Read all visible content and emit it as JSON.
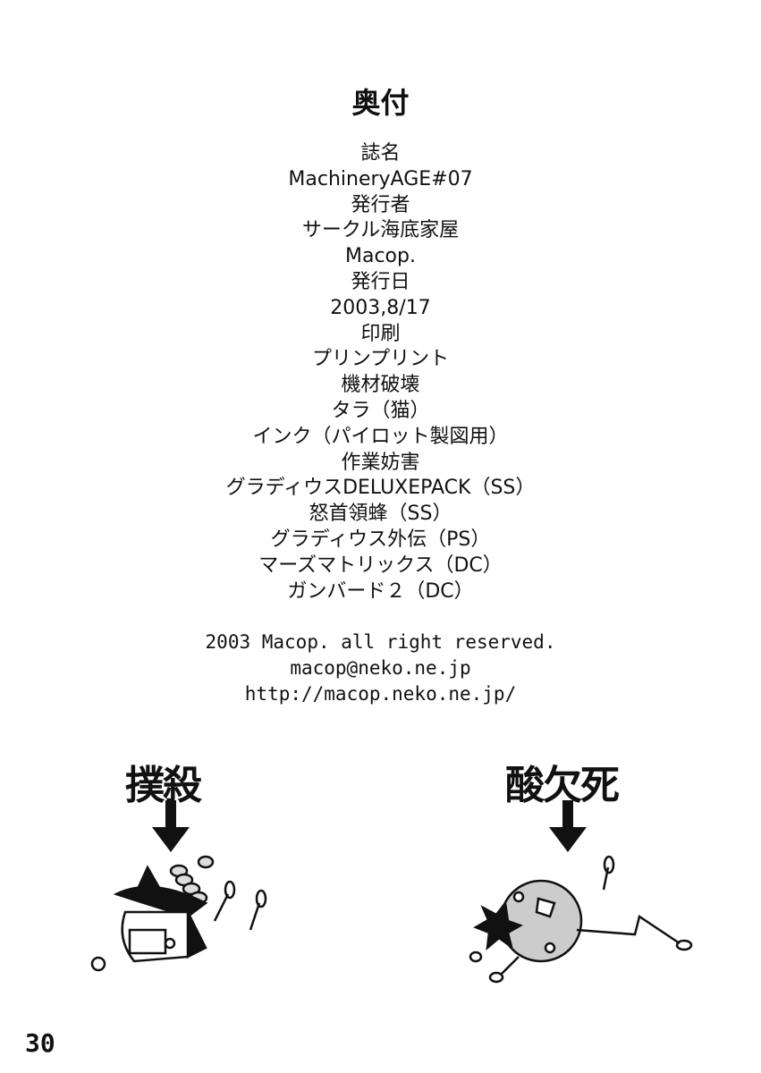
{
  "title": "奥付",
  "colophon_lines": [
    "誌名",
    "MachineryAGE#07",
    "発行者",
    "サークル海底家屋",
    "Macop.",
    "発行日",
    "2003,8/17",
    "印刷",
    "プリンプリント",
    "機材破壊",
    "タラ（猫）",
    "インク（パイロット製図用）",
    "作業妨害",
    "グラディウスDELUXEPACK（SS）",
    "怒首領蜂（SS）",
    "グラディウス外伝（PS）",
    "マーズマトリックス（DC）",
    "ガンバード２（DC）"
  ],
  "copyright": "2003 Macop. all right reserved.",
  "email": "macop@neko.ne.jp",
  "url": "http://macop.neko.ne.jp/",
  "illustrations": {
    "left_caption": "撲殺",
    "right_caption": "酸欠死"
  },
  "page_number": "30"
}
